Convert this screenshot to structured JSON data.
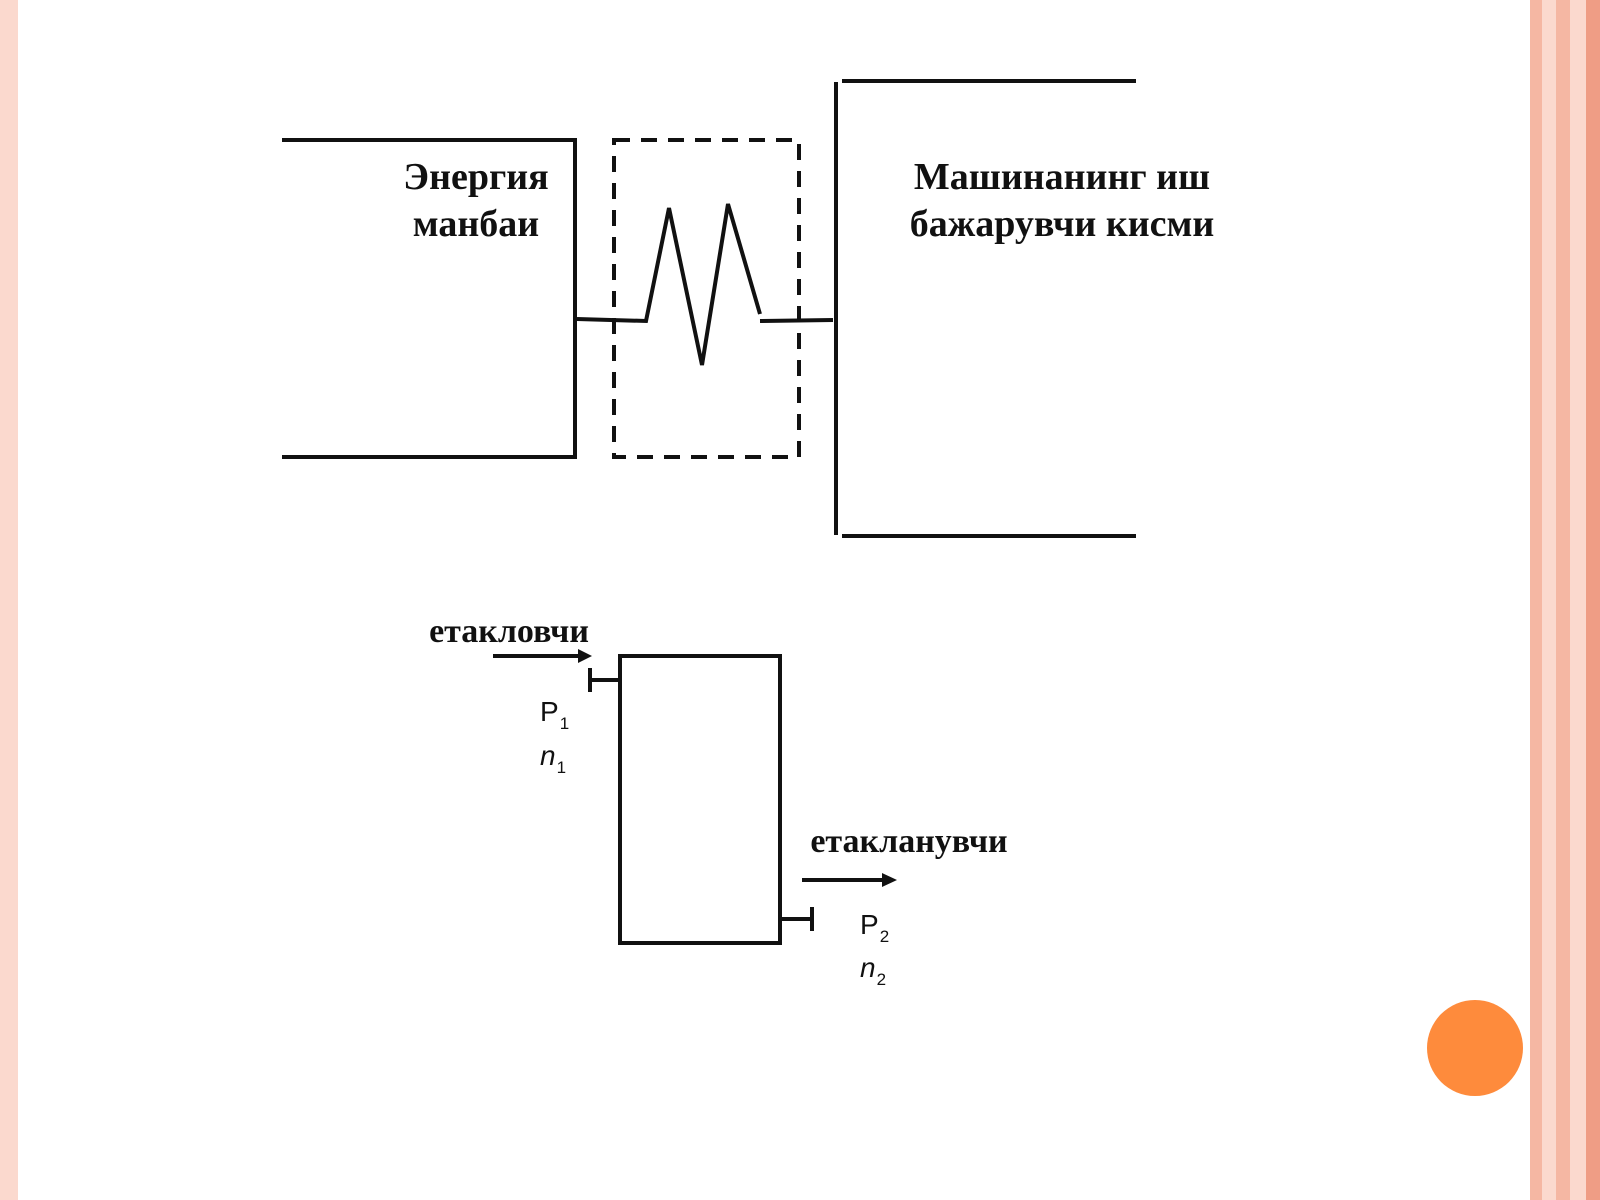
{
  "colors": {
    "background": "#ffffff",
    "frame_stripe_light": "#fbd9ce",
    "frame_stripe_mid": "#f5b7a3",
    "frame_stripe_dark": "#ef9d85",
    "accent_dot": "#fe8b3c",
    "line": "#111111"
  },
  "top_diagram": {
    "energy_source_line1": "Энергия",
    "energy_source_line2": "манбаи",
    "working_part_line1": "Машинанинг иш",
    "working_part_line2": "бажарувчи кисми"
  },
  "bottom_diagram": {
    "driver_label": "етакловчи",
    "driven_label": "етакланувчи",
    "input_power_symbol": "P",
    "input_power_sub": "1",
    "input_speed_symbol": "n",
    "input_speed_sub": "1",
    "output_power_symbol": "P",
    "output_power_sub": "2",
    "output_speed_symbol": "n",
    "output_speed_sub": "2"
  }
}
